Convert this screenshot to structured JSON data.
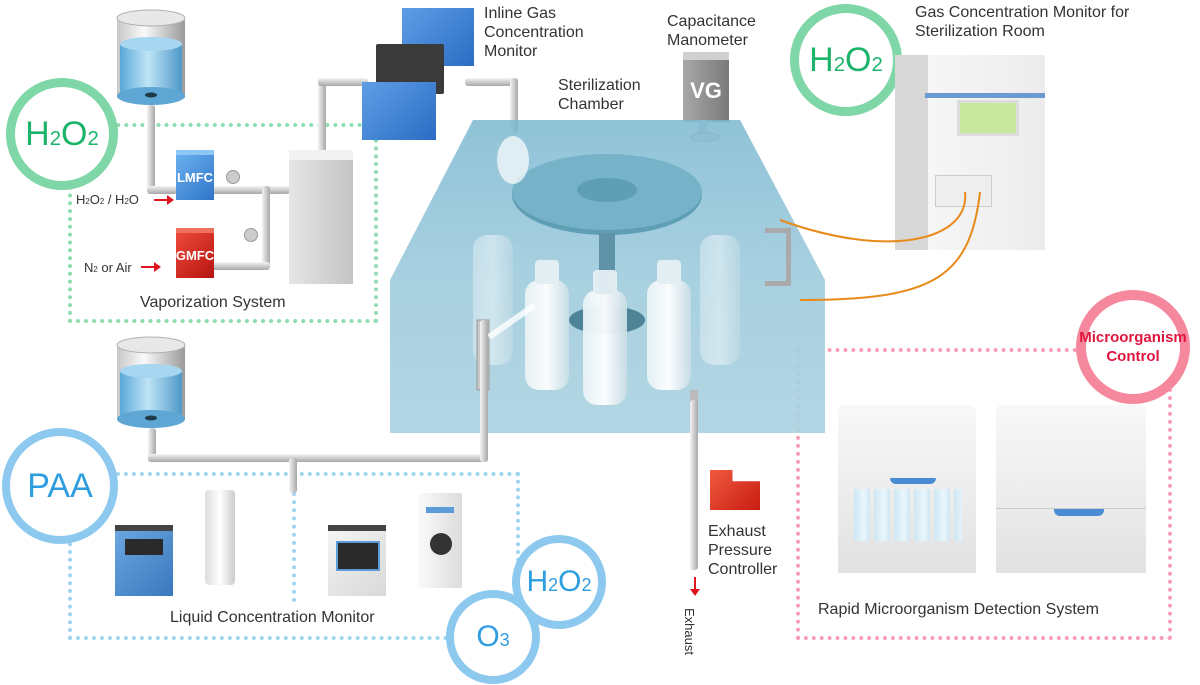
{
  "title": "Sterilization process monitoring system diagram",
  "colors": {
    "green_accent": "#1cb46a",
    "blue_accent": "#2e9ee0",
    "pink_accent": "#e0163f",
    "lmfc_blue": "#3f8ad8",
    "gmfc_red": "#d8231e",
    "flow_arrow_red": "#e0161f",
    "tubing_orange": "#e88a1a"
  },
  "badges": {
    "h2o2_vapor": "H2O2",
    "h2o2_room": "H2O2",
    "paa": "PAA",
    "h2o2_liquid": "H2O2",
    "o3": "O3",
    "microorganism_line1": "Microorganism",
    "microorganism_line2": "Control"
  },
  "vaporization": {
    "title": "Vaporization System",
    "lmfc_label": "LMFC",
    "gmfc_label": "GMFC",
    "liquid_input": "H2O2 / H2O",
    "gas_input": "N2 or Air"
  },
  "components": {
    "inline_monitor": [
      "Inline Gas",
      "Concentration",
      "Monitor"
    ],
    "manometer": [
      "Capacitance",
      "Manometer"
    ],
    "manometer_badge": "VG",
    "chamber": [
      "Sterilization",
      "Chamber"
    ],
    "room_monitor": [
      "Gas Concentration Monitor for",
      "Sterilization Room"
    ],
    "exhaust_controller": [
      "Exhaust",
      "Pressure",
      "Controller"
    ],
    "exhaust": "Exhaust"
  },
  "liquid": {
    "title": "Liquid Concentration Monitor"
  },
  "microorganism": {
    "title": "Rapid Microorganism Detection System"
  }
}
